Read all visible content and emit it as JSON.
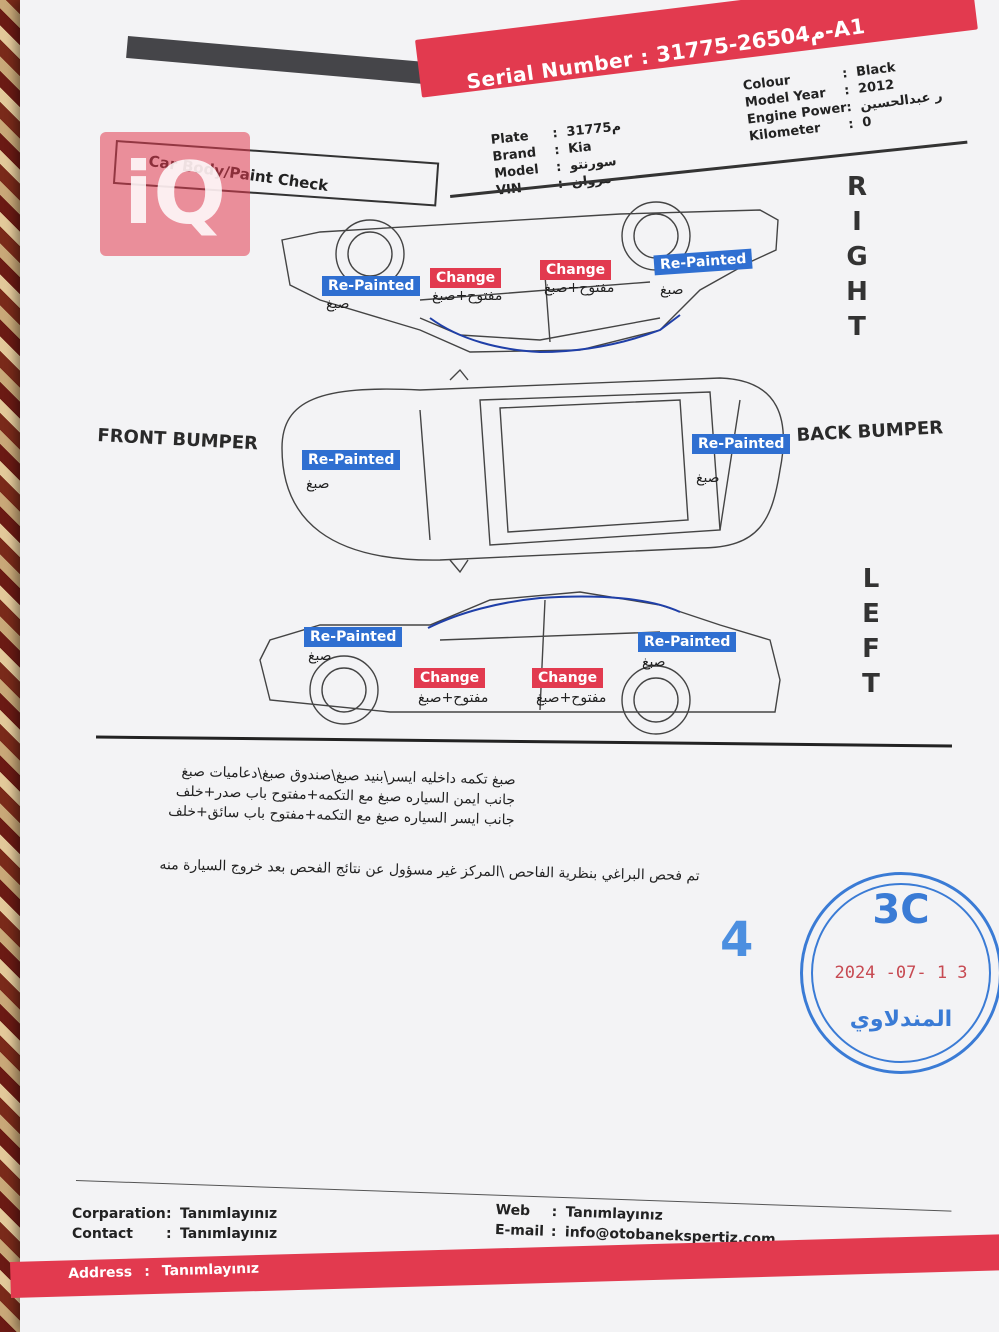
{
  "header": {
    "serial_label": "Serial Number :",
    "serial_value": "م26504-31775-A1",
    "plate_label": "Plate",
    "plate_value": "م31775",
    "brand_label": "Brand",
    "brand_value": "Kia",
    "model_label": "Model",
    "model_value": "سورنتو",
    "vin_label": "VIN",
    "vin_value": "مروان",
    "colour_label": "Colour",
    "colour_value": "Black",
    "model_year_label": "Model Year",
    "model_year_value": "2012",
    "engine_power_label": "Engine Power:",
    "engine_power_value": "ر عبدالحسين",
    "kilometer_label": "Kilometer",
    "kilometer_value": "0",
    "sep": ":"
  },
  "section_title": "Car Body/Paint Check",
  "logo_text": "iQ",
  "side_right": [
    "R",
    "I",
    "G",
    "H",
    "T"
  ],
  "side_left": [
    "L",
    "E",
    "F",
    "T"
  ],
  "front_bumper": "FRONT BUMPER",
  "back_bumper": "BACK BUMPER",
  "tags": {
    "right_1": "Re-Painted",
    "right_2": "Change",
    "right_3": "Change",
    "right_4": "Re-Painted",
    "top_front": "Re-Painted",
    "top_back": "Re-Painted",
    "left_1": "Re-Painted",
    "left_2": "Change",
    "left_3": "Change",
    "left_4": "Re-Painted"
  },
  "ink": {
    "paint": "صبغ",
    "open_paint": "مفتوح+صبغ"
  },
  "notes": {
    "line1": "صبغ تكمه داخليه ايسر\\بنيد صبغ\\صندوق صبغ\\دعاميات صبغ",
    "line2": "جانب ايمن السياره صبغ مع التكمه+مفتوح باب صدر+خلف",
    "line3": "جانب ايسر السياره صبغ مع التكمه+مفتوح باب سائق+خلف",
    "disclaimer": "تم فحص البراغي بنظرية الفاحص \\المركز غير مسؤول عن نتائج الفحص بعد خروج السيارة منه"
  },
  "stamp": {
    "code": "3C",
    "date": "2024 -07- 1 3",
    "name": "المندلاوي"
  },
  "handwritten_number": "4",
  "footer": {
    "corporation_label": "Corparation",
    "corporation_value": "Tanımlayınız",
    "contact_label": "Contact",
    "contact_value": "Tanımlayınız",
    "web_label": "Web",
    "web_value": "Tanımlayınız",
    "email_label": "E-mail",
    "email_value": "info@otobanekspertiz.com",
    "address_label": "Address",
    "address_value": "Tanımlayınız",
    "sep": ":"
  },
  "colors": {
    "accent_red": "#e23a4f",
    "tag_blue": "#2f6fd1",
    "stamp_blue": "#3a7bd5"
  }
}
